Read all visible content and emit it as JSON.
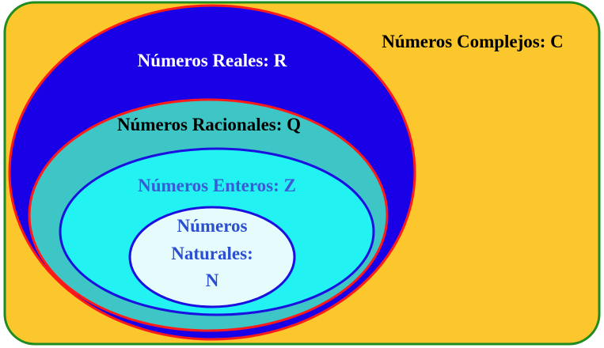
{
  "diagram": {
    "sets": [
      {
        "id": "complex",
        "label": "Números Complejos: C",
        "fill": "#fbc72c",
        "stroke": "#1f8c1f",
        "text_color": "#000000"
      },
      {
        "id": "real",
        "label": "Números Reales: R",
        "fill": "#1a00e6",
        "stroke": "#ff1a1a",
        "text_color": "#ffffff"
      },
      {
        "id": "rational",
        "label": "Números Racionales: Q",
        "fill": "#3ec6c6",
        "stroke": "#ff1a1a",
        "text_color": "#000000"
      },
      {
        "id": "integer",
        "label": "Números Enteros: Z",
        "fill": "#22f2f2",
        "stroke": "#1a10e0",
        "text_color": "#3a5bd8"
      },
      {
        "id": "natural",
        "label_lines": [
          "Números",
          "Naturales:",
          "N"
        ],
        "fill": "#e6fcfc",
        "stroke": "#1a10e0",
        "text_color": "#2b4fd0"
      }
    ]
  }
}
